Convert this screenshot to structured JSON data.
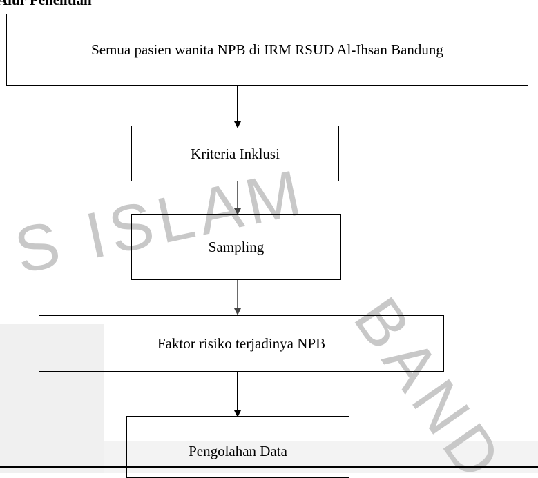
{
  "heading": "Alur Penelitian",
  "boxes": {
    "population": "Semua pasien wanita NPB di IRM RSUD Al-Ihsan Bandung",
    "inclusion": "Kriteria Inklusi",
    "sampling": "Sampling",
    "risk_factors": "Faktor risiko terjadinya NPB",
    "processing": "Pengolahan Data"
  },
  "watermark": {
    "word_left": "S ISLAM",
    "word_right": "BAND",
    "color": "#c8c8c8"
  }
}
